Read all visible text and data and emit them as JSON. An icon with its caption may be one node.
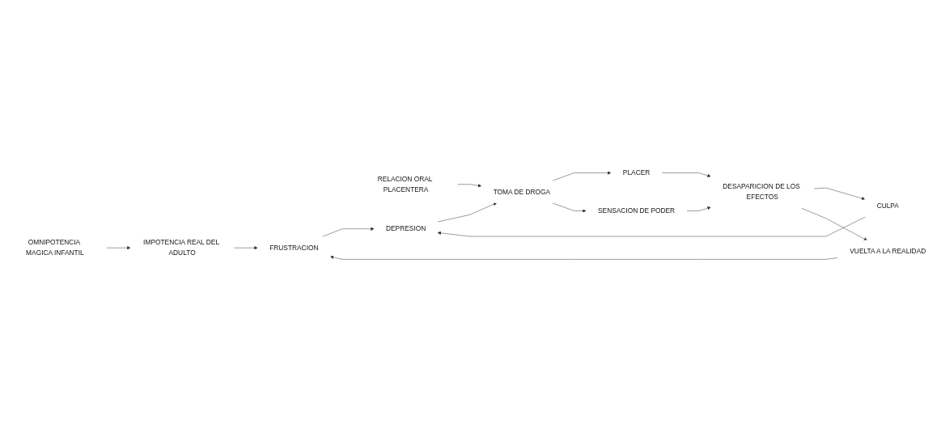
{
  "diagram": {
    "nodes": [
      {
        "text": [
          "OMNIPOTENCIA MAGICA INFANTIL"
        ]
      },
      {
        "text": [
          "RELACION ORAL PLACENTERA"
        ]
      },
      {
        "text": [
          "IMPOTENCIA REAL DEL ADULTO"
        ]
      },
      {
        "text": [
          "FRUSTRACION"
        ]
      },
      {
        "text": [
          "DEPRESION"
        ]
      },
      {
        "text": [
          "TOMA DE DROGA"
        ]
      },
      {
        "text": [
          "PLACER"
        ]
      },
      {
        "text": [
          "SENSACION DE PODER"
        ]
      },
      {
        "text": [
          "CULPA"
        ]
      },
      {
        "text": [
          "DESAPARICION DE LOS EFECTOS"
        ]
      },
      {
        "text": [
          "VUELTA A LA REALIDAD"
        ]
      }
    ],
    "edges": [
      {
        "from": 0,
        "to": 2,
        "arrow": "to"
      },
      {
        "from": 2,
        "to": 3,
        "arrow": "to"
      },
      {
        "from": 3,
        "to": 4,
        "arrow": "to"
      },
      {
        "from": 4,
        "to": 5,
        "arrow": "to"
      },
      {
        "from": 1,
        "to": 5,
        "arrow": "to"
      },
      {
        "from": 5,
        "to": 6,
        "arrow": "to"
      },
      {
        "from": 5,
        "to": 7,
        "arrow": "to"
      },
      {
        "from": 6,
        "to": 9,
        "arrow": "to"
      },
      {
        "from": 7,
        "to": 9,
        "arrow": "to"
      },
      {
        "from": 9,
        "to": 8,
        "arrow": "to"
      },
      {
        "from": 9,
        "to": 10,
        "arrow": "to"
      },
      {
        "from": 8,
        "to": 4,
        "arrow": "to"
      },
      {
        "from": 10,
        "to": 3,
        "arrow": "to"
      }
    ]
  }
}
